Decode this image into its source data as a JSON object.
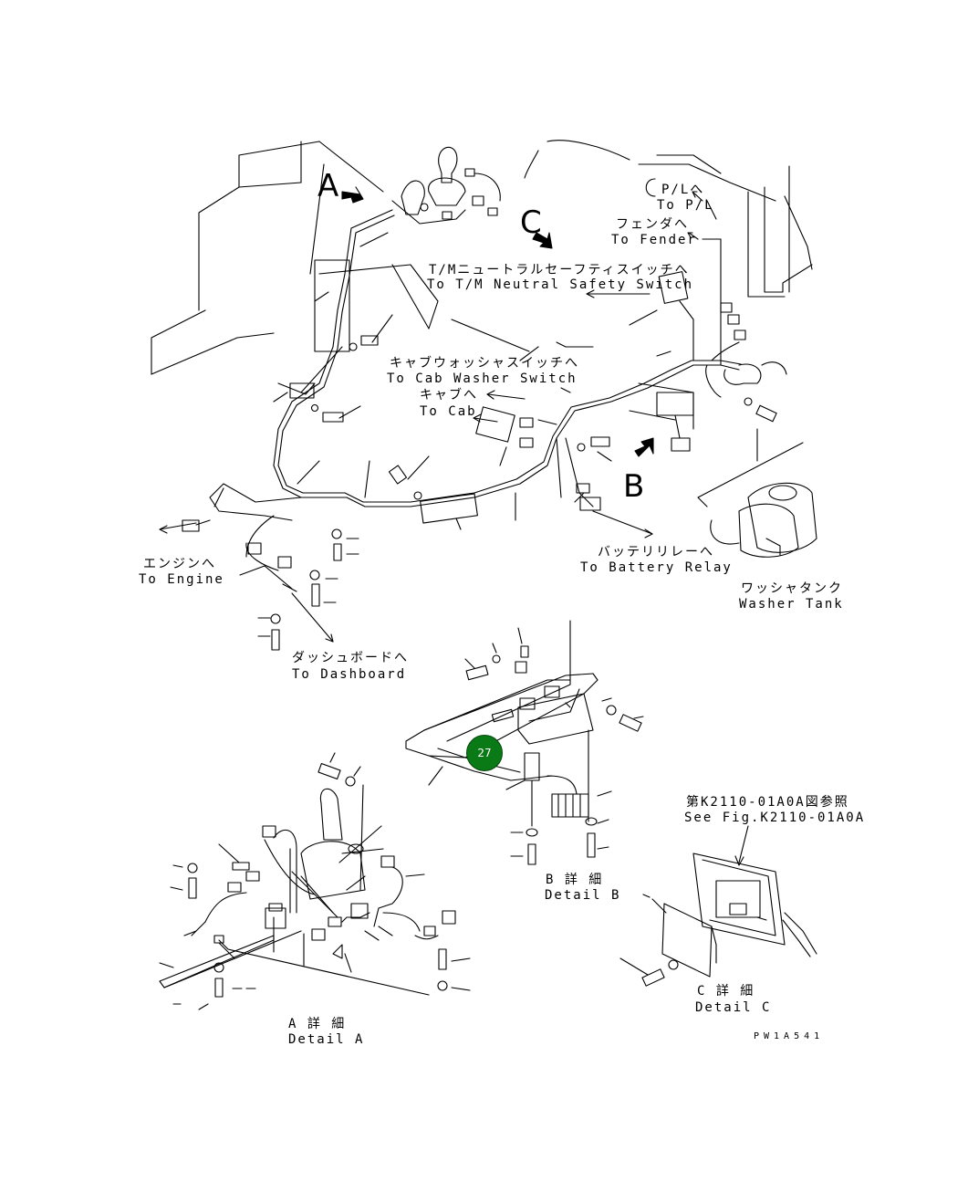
{
  "view_letters": {
    "a": "A",
    "b": "B",
    "c": "C"
  },
  "labels": {
    "pl_jp": "P/Lへ",
    "pl_en": "To P/L",
    "fender_jp": "フェンダへ",
    "fender_en": "To Fender",
    "tm_jp": "T/Mニュートラルセーフティスイッチへ",
    "tm_en": "To T/M Neutral Safety Switch",
    "washer_sw_jp": "キャブウォッシャスイッチへ",
    "washer_sw_en": "To Cab Washer Switch",
    "cab_jp": "キャブへ",
    "cab_en": "To Cab",
    "engine_jp": "エンジンへ",
    "engine_en": "To Engine",
    "battery_jp": "バッテリリレーへ",
    "battery_en": "To Battery Relay",
    "tank_jp": "ワッシャタンク",
    "tank_en": "Washer Tank",
    "dash_jp": "ダッシュボードへ",
    "dash_en": "To Dashboard",
    "ref_jp": "第K2110-01A0A図参照",
    "ref_en": "See Fig.K2110-01A0A",
    "detail_b_jp": "B 詳 細",
    "detail_b_en": "Detail B",
    "detail_a_jp": "A 詳 細",
    "detail_a_en": "Detail A",
    "detail_c_jp": "C 詳 細",
    "detail_c_en": "Detail C",
    "drawing_code": "PW1A541"
  },
  "callout": {
    "number": "27",
    "color": "#0a7a16"
  }
}
